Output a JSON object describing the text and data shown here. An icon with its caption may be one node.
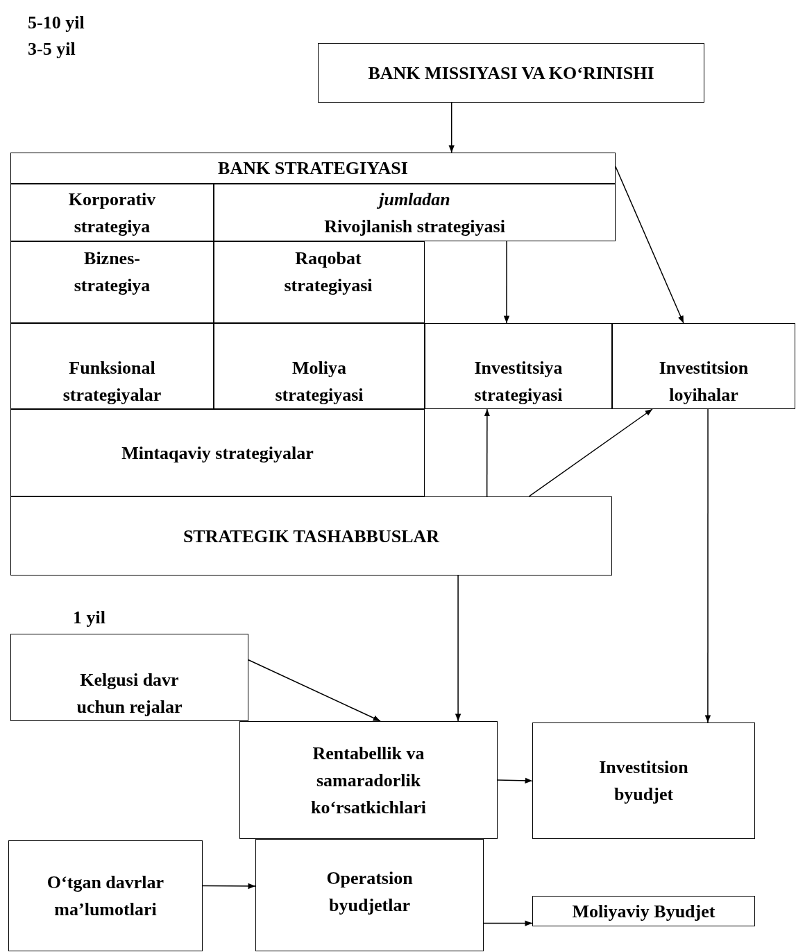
{
  "diagram": {
    "nodes": [
      {
        "text": [
          "BANK MISSIYASI VA KO‘RINISHI"
        ]
      },
      {
        "text": [
          "BANK STRATEGIYASI"
        ]
      },
      {
        "text": [
          "Korporativ strategiya"
        ]
      },
      {
        "text": [
          "jumladan",
          "Rivojlanish strategiyasi"
        ]
      },
      {
        "text": [
          "Biznes- strategiya"
        ]
      },
      {
        "text": [
          "Raqobat strategiyasi"
        ]
      },
      {
        "text": [
          "Funksional strategiyalar"
        ]
      },
      {
        "text": [
          "Moliya strategiyasi"
        ]
      },
      {
        "text": [
          "Investitsiya strategiyasi"
        ]
      },
      {
        "text": [
          "Investitsion loyihalar"
        ]
      },
      {
        "text": [
          "Mintaqaviy  strategiyalar"
        ]
      },
      {
        "text": [
          "STRATEGIK TASHABBUSLAR"
        ]
      },
      {
        "text": [
          "Kelgusi davr uchun rejalar"
        ]
      },
      {
        "text": [
          "Rentabellik va samaradorlik ko‘rsatkichlari"
        ]
      },
      {
        "text": [
          "Investitsion byudjet"
        ]
      },
      {
        "text": [
          "O‘tgan davrlar ma’lumotlari"
        ]
      },
      {
        "text": [
          "Operatsion byudjetlar"
        ]
      },
      {
        "text": [
          "Moliyaviy Byudjet"
        ]
      }
    ],
    "edges": [
      {
        "from": 0,
        "to": 1,
        "arrow": "to"
      },
      {
        "from": 3,
        "to": 8,
        "arrow": "to"
      },
      {
        "from": 1,
        "to": 9,
        "arrow": "to"
      },
      {
        "from": 11,
        "to": 8,
        "arrow": "to"
      },
      {
        "from": 11,
        "to": 9,
        "arrow": "to"
      },
      {
        "from": 11,
        "to": 13,
        "arrow": "to"
      },
      {
        "from": 9,
        "to": 14,
        "arrow": "to"
      },
      {
        "from": 12,
        "to": 13,
        "arrow": "to"
      },
      {
        "from": 13,
        "to": 14,
        "arrow": "to"
      },
      {
        "from": 15,
        "to": 16,
        "arrow": "to"
      },
      {
        "from": 16,
        "to": 17,
        "arrow": "to"
      }
    ],
    "labels": [
      "5-10 yil",
      "3-5 yil",
      "1 yil"
    ]
  }
}
